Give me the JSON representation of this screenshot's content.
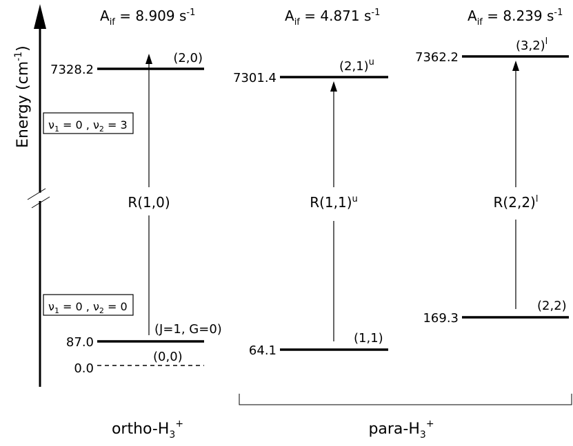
{
  "axis": {
    "label": "Energy (cm",
    "label_sup": "-1",
    "label_close": ")"
  },
  "boxes": {
    "upper": {
      "nu": "ν",
      "one": "1",
      "mid": " = 0 , ν",
      "two": "2",
      "end": " = 3"
    },
    "lower": {
      "nu": "ν",
      "one": "1",
      "mid": " = 0 , ν",
      "two": "2",
      "end": " = 0"
    }
  },
  "transitions": [
    {
      "a_label": "A",
      "a_sub": "if",
      "a_value": " = 8.909 s",
      "a_sup": "-1",
      "name": "R(1,0)",
      "name_sup": ""
    },
    {
      "a_label": "A",
      "a_sub": "if",
      "a_value": " = 4.871 s",
      "a_sup": "-1",
      "name": "R(1,1)",
      "name_sup": "u"
    },
    {
      "a_label": "A",
      "a_sub": "if",
      "a_value": " = 8.239 s",
      "a_sup": "-1",
      "name": "R(2,2)",
      "name_sup": "l"
    }
  ],
  "levels": {
    "ortho_upper": {
      "energy": "7328.2",
      "state": "(2,0)",
      "state_sup": ""
    },
    "ortho_lower": {
      "energy": "87.0",
      "state": "(J=1, G=0)",
      "state_sup": ""
    },
    "ortho_ground": {
      "energy": "0.0",
      "state": "(0,0)",
      "state_sup": ""
    },
    "para1_upper": {
      "energy": "7301.4",
      "state": "(2,1)",
      "state_sup": "u"
    },
    "para1_lower": {
      "energy": "64.1",
      "state": "(1,1)",
      "state_sup": ""
    },
    "para2_upper": {
      "energy": "7362.2",
      "state": "(3,2)",
      "state_sup": "l"
    },
    "para2_lower": {
      "energy": "169.3",
      "state": "(2,2)",
      "state_sup": ""
    }
  },
  "groups": {
    "ortho": {
      "name": "ortho-H",
      "sub": "3",
      "sup": "+"
    },
    "para": {
      "name": "para-H",
      "sub": "3",
      "sup": "+"
    }
  }
}
